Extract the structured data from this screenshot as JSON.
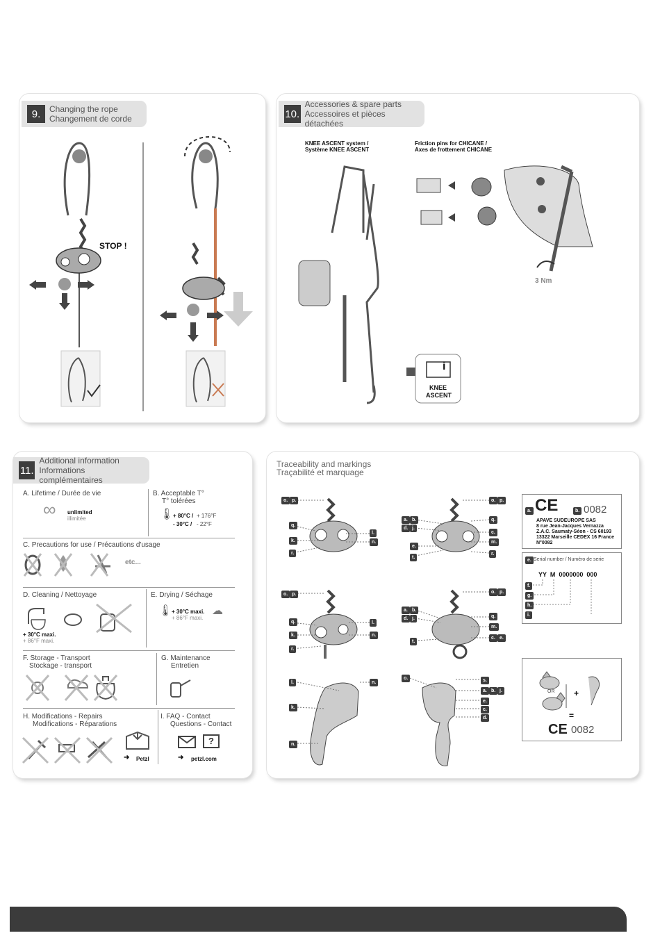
{
  "section9": {
    "num": "9.",
    "title_en": "Changing the rope",
    "title_fr": "Changement de corde",
    "stop_label": "STOP !"
  },
  "section10": {
    "num": "10.",
    "title_en": "Accessories & spare parts",
    "title_fr": "Accessoires et pièces détachées",
    "knee_system_en": "KNEE ASCENT system /",
    "knee_system_fr": "Système KNEE ASCENT",
    "friction_en": "Friction pins for CHICANE /",
    "friction_fr": "Axes de frottement CHICANE",
    "torque": "3 Nm",
    "knee_card_line1": "KNEE",
    "knee_card_line2": "ASCENT",
    "info_icon": "i"
  },
  "section11": {
    "num": "11.",
    "title_en": "Additional information",
    "title_fr": "Informations complémentaires",
    "a_label": "A. Lifetime / Durée de vie",
    "a_unlimited": "unlimited",
    "a_illimitee": "illimitée",
    "b_label1": "B. Acceptable T°",
    "b_label2": "T° tolérées",
    "b_hot_c": "+ 80°C /",
    "b_hot_f": "+ 176°F",
    "b_cold_c": "- 30°C /",
    "b_cold_f": "- 22°F",
    "c_label": "C. Precautions for use / Précautions d'usage",
    "c_etc": "etc...",
    "d_label": "D. Cleaning / Nettoyage",
    "d_temp_c": "+ 30°C maxi.",
    "d_temp_f": "+ 86°F maxi.",
    "e_label": "E. Drying / Séchage",
    "e_temp_c": "+ 30°C maxi.",
    "e_temp_f": "+ 86°F maxi.",
    "f_label1": "F. Storage - Transport",
    "f_label2": "Stockage - transport",
    "g_label1": "G. Maintenance",
    "g_label2": "Entretien",
    "h_label1": "H. Modifications - Repairs",
    "h_label2": "Modifications - Réparations",
    "h_petzl": "Petzl",
    "i_label1": "I. FAQ - Contact",
    "i_label2": "Questions - Contact",
    "i_site": "petzl.com",
    "i_question": "?"
  },
  "trace": {
    "title_en": "Traceability and markings",
    "title_fr": "Traçabilité et marquage",
    "ce": "CE",
    "notified_number": "0082",
    "org_lines": [
      "APAVE SUDEUROPE SAS",
      "8 rue Jean-Jacques Vernazza",
      "Z.A.C. Saumaty-Séon - CS 60193",
      "13322 Marseille CEDEX 16 France",
      "N°0082"
    ],
    "serial_label": "Serial number / Numéro de serie",
    "serial_format": "YY  M  0000000  000",
    "or_label": "OR",
    "plus": "+",
    "equals": "=",
    "tags": {
      "a": "a.",
      "b": "b.",
      "c": "c.",
      "d": "d.",
      "e": "e.",
      "f": "f.",
      "g": "g.",
      "h": "h.",
      "i": "i.",
      "j": "j.",
      "k": "k.",
      "l": "l.",
      "m": "m.",
      "n": "n.",
      "o": "o.",
      "p": "p.",
      "q": "q.",
      "r": "r.",
      "s": "s.",
      "t": "t."
    }
  }
}
